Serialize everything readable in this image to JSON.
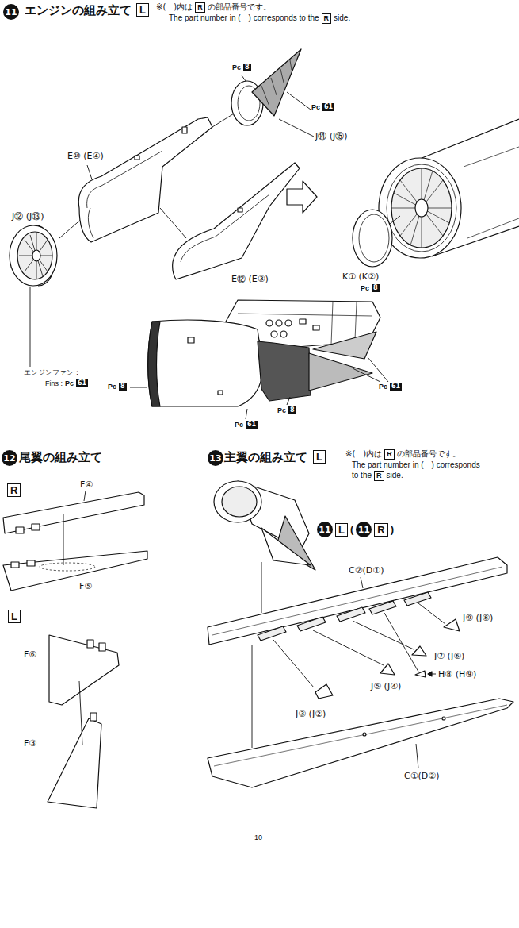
{
  "diagram": {
    "nodes": [
      {
        "text": [
          "11"
        ]
      },
      {
        "text": [
          "L"
        ]
      },
      {
        "text": [
          "R"
        ]
      },
      {
        "text": [
          "R"
        ]
      },
      {
        "text": [
          "12"
        ]
      },
      {
        "text": [
          "R"
        ]
      },
      {
        "text": [
          "L"
        ]
      },
      {
        "text": [
          "13"
        ]
      },
      {
        "text": [
          "L"
        ]
      },
      {
        "text": [
          "R"
        ]
      },
      {
        "text": [
          "R"
        ]
      },
      {
        "text": [
          "11"
        ]
      },
      {
        "text": [
          "L"
        ]
      },
      {
        "text": [
          "11"
        ]
      },
      {
        "text": [
          "R"
        ]
      }
    ],
    "labels": [
      "エンジンの組み立て",
      "※(　)内は",
      "の部品番号です。",
      "The part number in (　) corresponds to the",
      "side.",
      "E⑩ (E④)",
      "Pc",
      "8",
      "J⑭ (J⑮)",
      "Pc",
      "61",
      "J⑫ (J⑬)",
      "E⑫ (E③)",
      "K① (K②)",
      "Pc",
      "8",
      "エンジンファン：",
      "Fins :",
      "Pc",
      "61",
      "Pc",
      "8",
      "Pc",
      "61",
      "Pc",
      "8",
      "Pc",
      "61",
      "尾翼の組み立て",
      "F④",
      "F⑤",
      "F⑥",
      "F③",
      "主翼の組み立て",
      "※(　)内は",
      "の部品番号です。",
      "The part number in (　) corresponds",
      "to the",
      "side.",
      "(",
      ")",
      "C②(D①)",
      "J⑨ (J⑧)",
      "J⑦ (J⑥)",
      "H⑧ (H⑨)",
      "J⑤ (J④)",
      "J③ (J②)",
      "C①(D②)",
      "-10-"
    ]
  }
}
